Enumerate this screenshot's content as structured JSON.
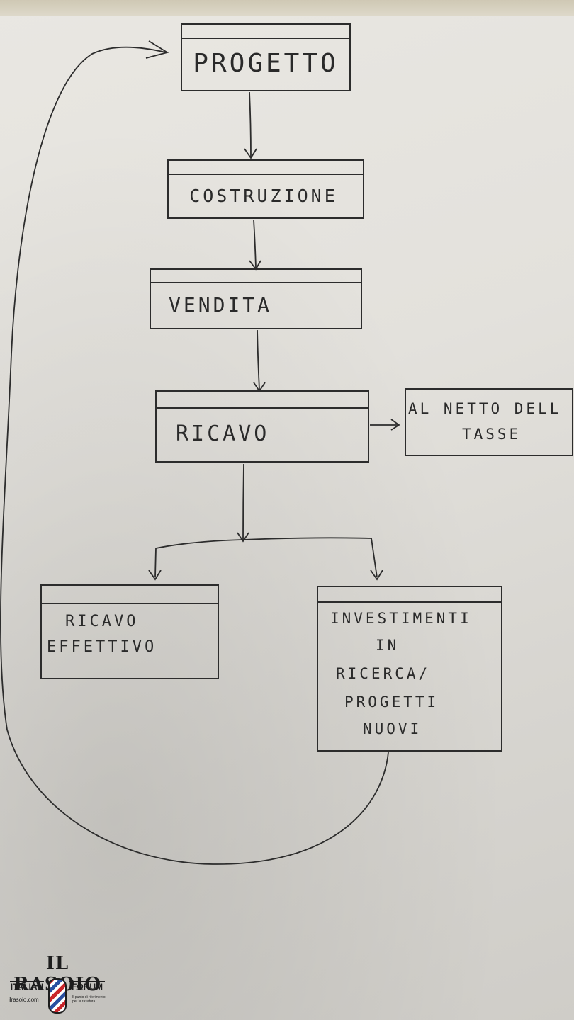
{
  "nodes": {
    "progetto": "PROGETTO",
    "costruzione": "COSTRUZIONE",
    "vendita": "VENDITA",
    "ricavo": "RICAVO",
    "tasse": [
      "AL NETTO DELL",
      "TASSE"
    ],
    "ricavo_effettivo": [
      "RICAVO",
      "EFFETTIVO"
    ],
    "investimenti": [
      "INVESTIMENTI",
      "IN",
      "RICERCA/",
      "PROGETTI",
      "NUOVI"
    ]
  },
  "logo": {
    "title": "IL RASOIO",
    "left": "ITALIAN",
    "right": "FORUM",
    "url": "ilrasoio.com",
    "tagline": "Il punto di riferimento per la rasatura",
    "icon": "barber-pole-icon"
  },
  "colors": {
    "ink": "#2c2c2c",
    "paper": "#e6e4df"
  }
}
